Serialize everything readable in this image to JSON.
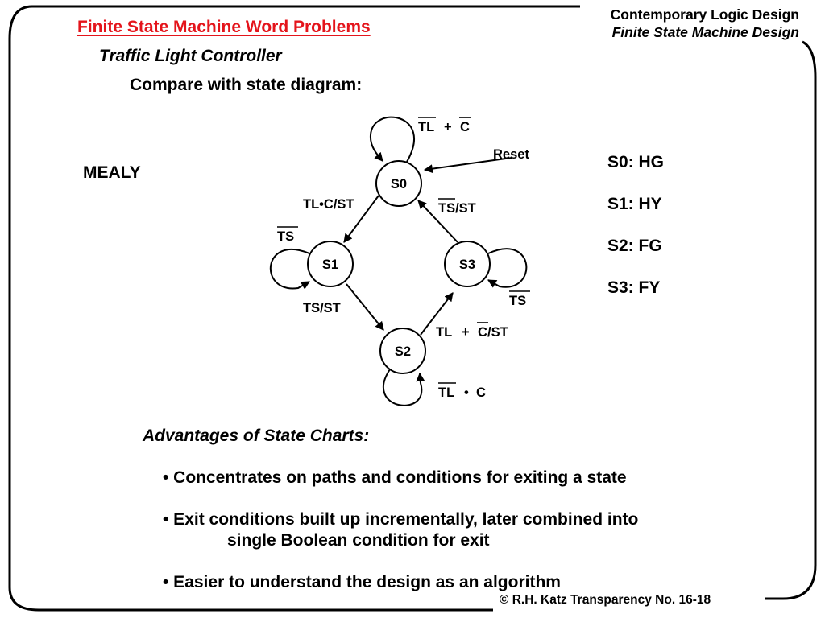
{
  "slide": {
    "title": "Finite State Machine Word Problems",
    "header_line1": "Contemporary Logic Design",
    "header_line2": "Finite State Machine Design",
    "subtitle": "Traffic Light Controller",
    "compare": "Compare with state diagram:",
    "machine_type": "MEALY"
  },
  "diagram": {
    "states": [
      {
        "id": "S0",
        "label": "S0"
      },
      {
        "id": "S1",
        "label": "S1"
      },
      {
        "id": "S2",
        "label": "S2"
      },
      {
        "id": "S3",
        "label": "S3"
      }
    ],
    "reset_label": "Reset",
    "transitions": {
      "s0_self": {
        "a": "TL",
        "op": "+",
        "b": "C"
      },
      "s0_to_s1": "TL•C/ST",
      "s3_to_s0": "TS/ST",
      "s1_self": "TS",
      "s1_to_s2": "TS/ST",
      "s3_self": "TS",
      "s2_to_s3": {
        "a": "TL",
        "op": "+",
        "b": "C",
        "out": "/ST"
      },
      "s2_self": {
        "a": "TL",
        "op": "•",
        "b": "C"
      }
    }
  },
  "state_codes": [
    "S0: HG",
    "S1: HY",
    "S2: FG",
    "S3: FY"
  ],
  "advantages": {
    "heading": "Advantages of State Charts:",
    "items": [
      {
        "line1": "•  Concentrates on paths and conditions for exiting a state"
      },
      {
        "line1": "•  Exit conditions built up incrementally, later combined into",
        "line2": "single Boolean condition for exit"
      },
      {
        "line1": "•  Easier to understand the design as an algorithm"
      }
    ]
  },
  "footer": "© R.H. Katz   Transparency No. 16-18"
}
